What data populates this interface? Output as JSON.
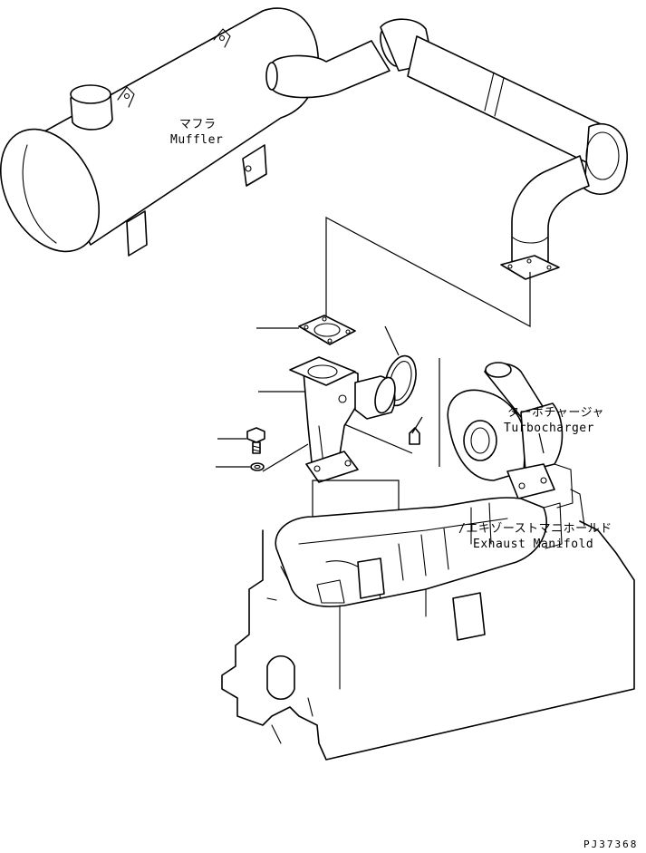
{
  "labels": {
    "muffler_jp": "マフラ",
    "muffler_en": "Muffler",
    "turbo_jp": "ターボチャージャ",
    "turbo_en": "Turbocharger",
    "manifold_jp": "/エキゾーストマニホールド",
    "manifold_en": "Exhaust Manifold"
  },
  "figure_code": "PJ37368",
  "colors": {
    "line": "#000000",
    "background": "#ffffff"
  }
}
